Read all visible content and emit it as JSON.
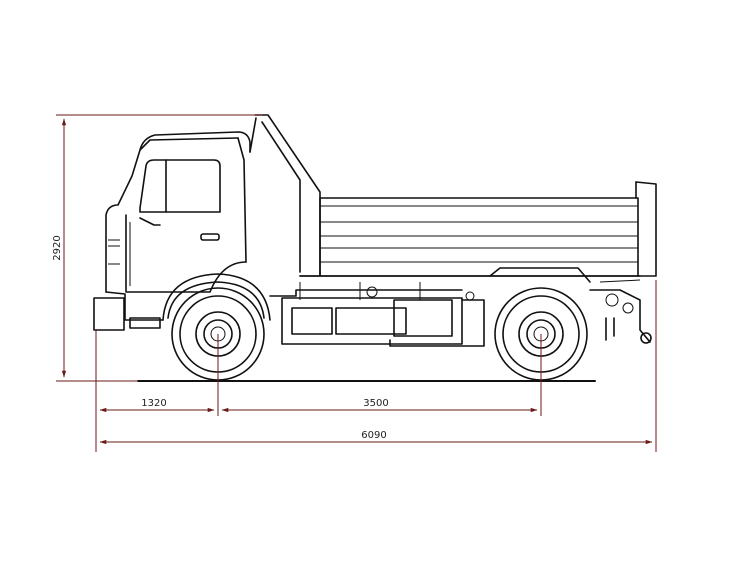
{
  "dimensions": {
    "height": "2920",
    "front_overhang": "1320",
    "wheelbase": "3500",
    "overall_length": "6090"
  },
  "colors": {
    "outline": "#111111",
    "dimension_arrow": "#6b1a1a"
  }
}
